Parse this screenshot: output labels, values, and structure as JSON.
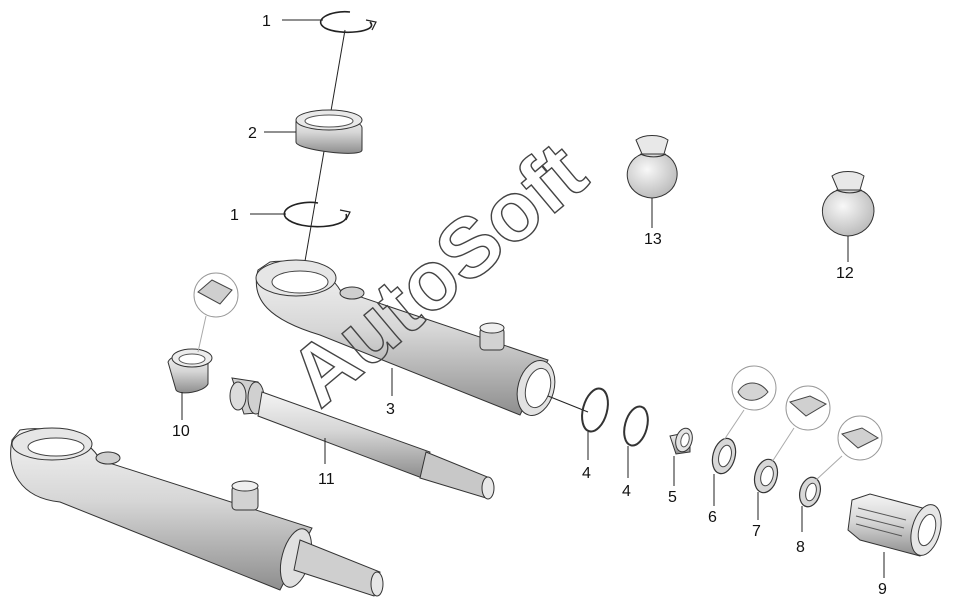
{
  "diagram": {
    "watermark": "AutoSoft",
    "callouts": {
      "c1a": "1",
      "c2": "2",
      "c1b": "1",
      "c13": "13",
      "c12": "12",
      "c3": "3",
      "c10": "10",
      "c11": "11",
      "c4a": "4",
      "c4b": "4",
      "c5": "5",
      "c6": "6",
      "c7": "7",
      "c8": "8",
      "c9": "9"
    }
  },
  "colors": {
    "part_fill": "#dcdcdc",
    "part_dark": "#9a9a9a",
    "line": "#222222",
    "watermark": "#444444"
  }
}
